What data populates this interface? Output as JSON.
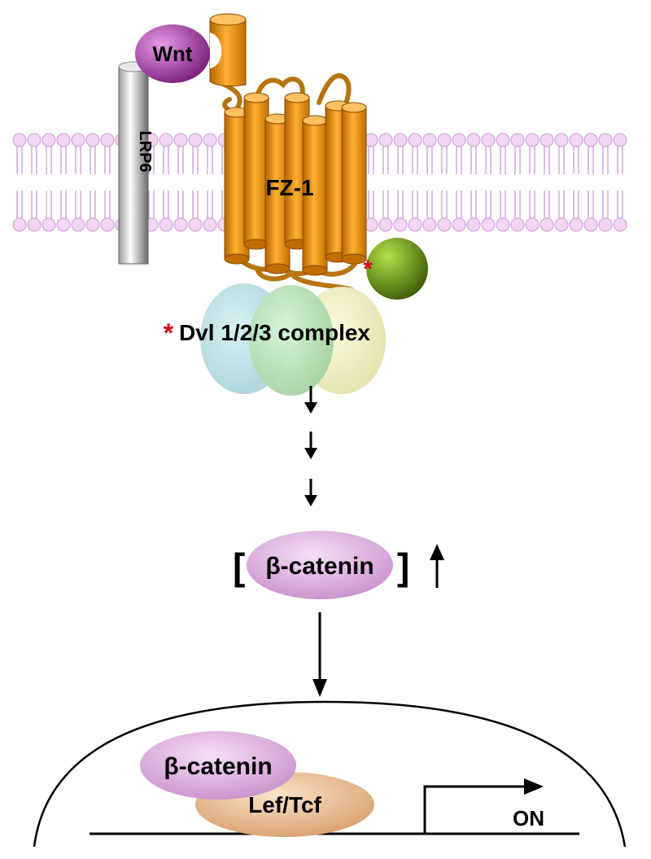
{
  "labels": {
    "wnt": "Wnt",
    "lrp6": "LRP6",
    "fz1": "FZ-1",
    "dvl_marker": "*",
    "dvl_complex": "Dvl 1/2/3 complex",
    "kinase_marker": "*",
    "bcat_cyto": "β-catenin",
    "bracket_left": "[",
    "bracket_right": "]",
    "bcat_nuc": "β-catenin",
    "leftcf": "Lef/Tcf",
    "on": "ON"
  },
  "colors": {
    "wnt": "#9b2a9b",
    "fz": "#f08a00",
    "fz_loop": "#b8740f",
    "lipid_head": "#f3d6f3",
    "lipid_stroke": "#c89ad6",
    "lrp6_light": "#ffffff",
    "lrp6_dark": "#7a7a7a",
    "kinase": "#6f9d10",
    "dvl_blue": "#bfe2e6",
    "dvl_green": "#bfe4c0",
    "dvl_yellow": "#f2f1c6",
    "bcatenin": "#dca8dd",
    "leftcf": "#e8b98a",
    "asterisk": "#e0001a"
  }
}
